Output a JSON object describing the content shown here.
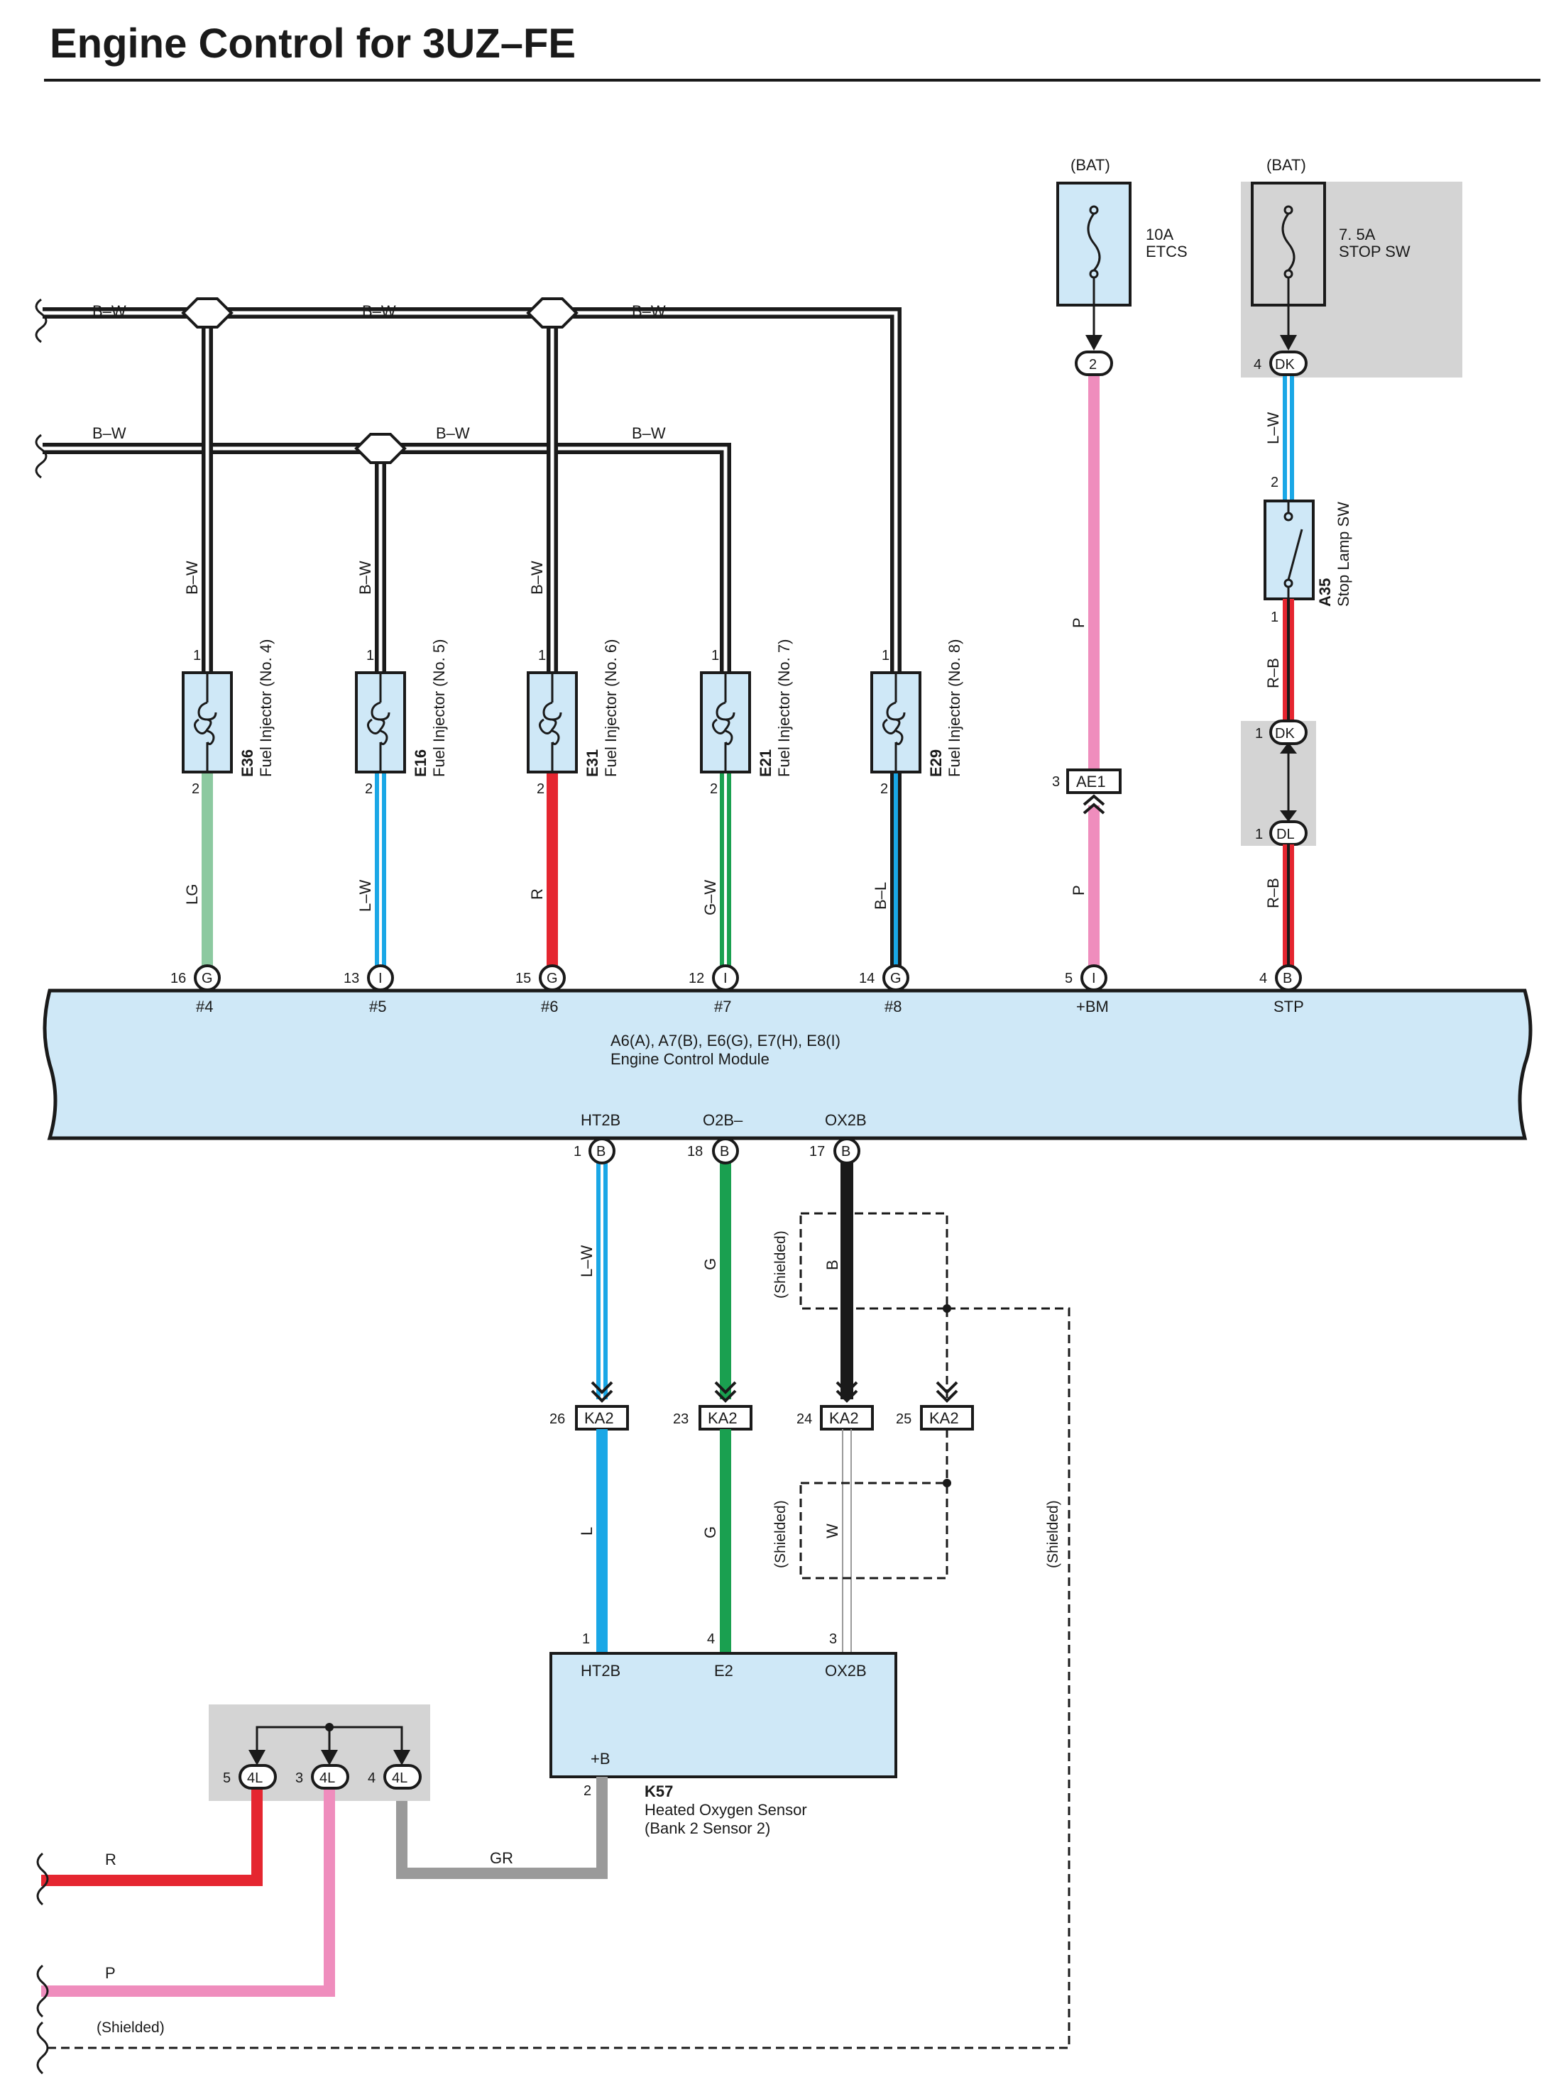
{
  "title": "Engine Control for 3UZ–FE",
  "colors": {
    "component_fill": "#cfe8f7",
    "ecm_fill": "#cfe8f7",
    "gray_box": "#d4d4d4",
    "wire_black": "#1a1a1a",
    "wire_lg": "#8cc9a0",
    "wire_l": "#1aa7e6",
    "wire_r": "#e52630",
    "wire_g": "#1aa050",
    "wire_p": "#ef8dbd",
    "wire_gr": "#9a9a9a"
  },
  "supply_bw_label": "B–W",
  "fuses": [
    {
      "source": "(BAT)",
      "rating": "10A",
      "name": "ETCS",
      "pin": "2"
    },
    {
      "source": "(BAT)",
      "rating": "7. 5A",
      "name": "STOP SW",
      "pin": "4",
      "connector": "DK"
    }
  ],
  "injectors": [
    {
      "id": "E36",
      "name": "Fuel Injector (No. 4)",
      "pin_top": "1",
      "pin_bottom": "2",
      "upper_wire": "B–W",
      "lower_wire": "LG",
      "ecm_pin": "16",
      "ecm_conn": "G",
      "ecm_terminal": "#4"
    },
    {
      "id": "E16",
      "name": "Fuel Injector (No. 5)",
      "pin_top": "1",
      "pin_bottom": "2",
      "upper_wire": "B–W",
      "lower_wire": "L–W",
      "ecm_pin": "13",
      "ecm_conn": "I",
      "ecm_terminal": "#5"
    },
    {
      "id": "E31",
      "name": "Fuel Injector (No. 6)",
      "pin_top": "1",
      "pin_bottom": "2",
      "upper_wire": "B–W",
      "lower_wire": "R",
      "ecm_pin": "15",
      "ecm_conn": "G",
      "ecm_terminal": "#6"
    },
    {
      "id": "E21",
      "name": "Fuel Injector (No. 7)",
      "pin_top": "1",
      "pin_bottom": "2",
      "upper_wire": "",
      "lower_wire": "G–W",
      "ecm_pin": "12",
      "ecm_conn": "I",
      "ecm_terminal": "#7"
    },
    {
      "id": "E29",
      "name": "Fuel Injector (No. 8)",
      "pin_top": "1",
      "pin_bottom": "2",
      "upper_wire": "",
      "lower_wire": "B–L",
      "ecm_pin": "14",
      "ecm_conn": "G",
      "ecm_terminal": "#8"
    }
  ],
  "bm_circuit": {
    "wire_upper": "P",
    "wire_lower": "P",
    "junction": "AE1",
    "junction_pin": "3",
    "ecm_pin": "5",
    "ecm_conn": "I",
    "ecm_terminal": "+BM"
  },
  "stop_circuit": {
    "wire1": "L–W",
    "switch_id": "A35",
    "switch_name": "Stop Lamp SW",
    "switch_pin_top": "2",
    "switch_pin_bottom": "1",
    "wire2": "R–B",
    "conn1": "DK",
    "conn1_pin": "1",
    "conn2": "DL",
    "conn2_pin": "1",
    "wire3": "R–B",
    "ecm_pin": "4",
    "ecm_conn": "B",
    "ecm_terminal": "STP"
  },
  "ecm": {
    "connectors": "A6(A), A7(B), E6(G), E7(H), E8(I)",
    "name": "Engine Control Module"
  },
  "lower_terminals": [
    {
      "name": "HT2B",
      "pin": "1",
      "conn": "B",
      "wire": "L–W",
      "ka2_pin": "26",
      "wire_below": "L",
      "sensor_pin": "1"
    },
    {
      "name": "O2B–",
      "pin": "18",
      "conn": "B",
      "wire": "G",
      "ka2_pin": "23",
      "wire_below": "G",
      "sensor_pin": "4"
    },
    {
      "name": "OX2B",
      "pin": "17",
      "conn": "B",
      "wire": "B",
      "ka2_pin": "24",
      "wire_below": "W",
      "sensor_pin": "3"
    }
  ],
  "ka2": {
    "label": "KA2",
    "shield_pin": "25"
  },
  "shielded_label": "(Shielded)",
  "sensor": {
    "id": "K57",
    "name_line1": "Heated Oxygen Sensor",
    "name_line2": "(Bank 2 Sensor 2)",
    "t1": "HT2B",
    "t2": "E2",
    "t3": "OX2B",
    "t4": "+B",
    "pin_b": "2"
  },
  "joint": {
    "label": "4L",
    "pins": [
      "5",
      "3",
      "4"
    ]
  },
  "bottom_wires": {
    "r": "R",
    "p": "P",
    "gr": "GR"
  }
}
